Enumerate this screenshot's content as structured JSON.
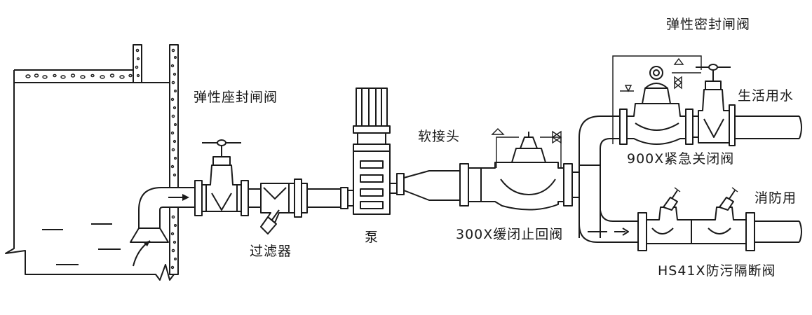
{
  "labels": {
    "seat_gate_valve": "弹性座封闸阀",
    "strainer": "过滤器",
    "pump": "泵",
    "flex_joint": "软接头",
    "slow_close_check_valve": "300X缓闭止回阀",
    "top_gate_valve": "弹性密封闸阀",
    "emergency_shutoff_valve": "900X紧急关闭阀",
    "domestic_water": "生活用水",
    "fire_use": "消防用",
    "backflow_preventer": "HS41X防污隔断阀"
  },
  "colors": {
    "line": "#1a1a1a",
    "background": "#ffffff"
  }
}
